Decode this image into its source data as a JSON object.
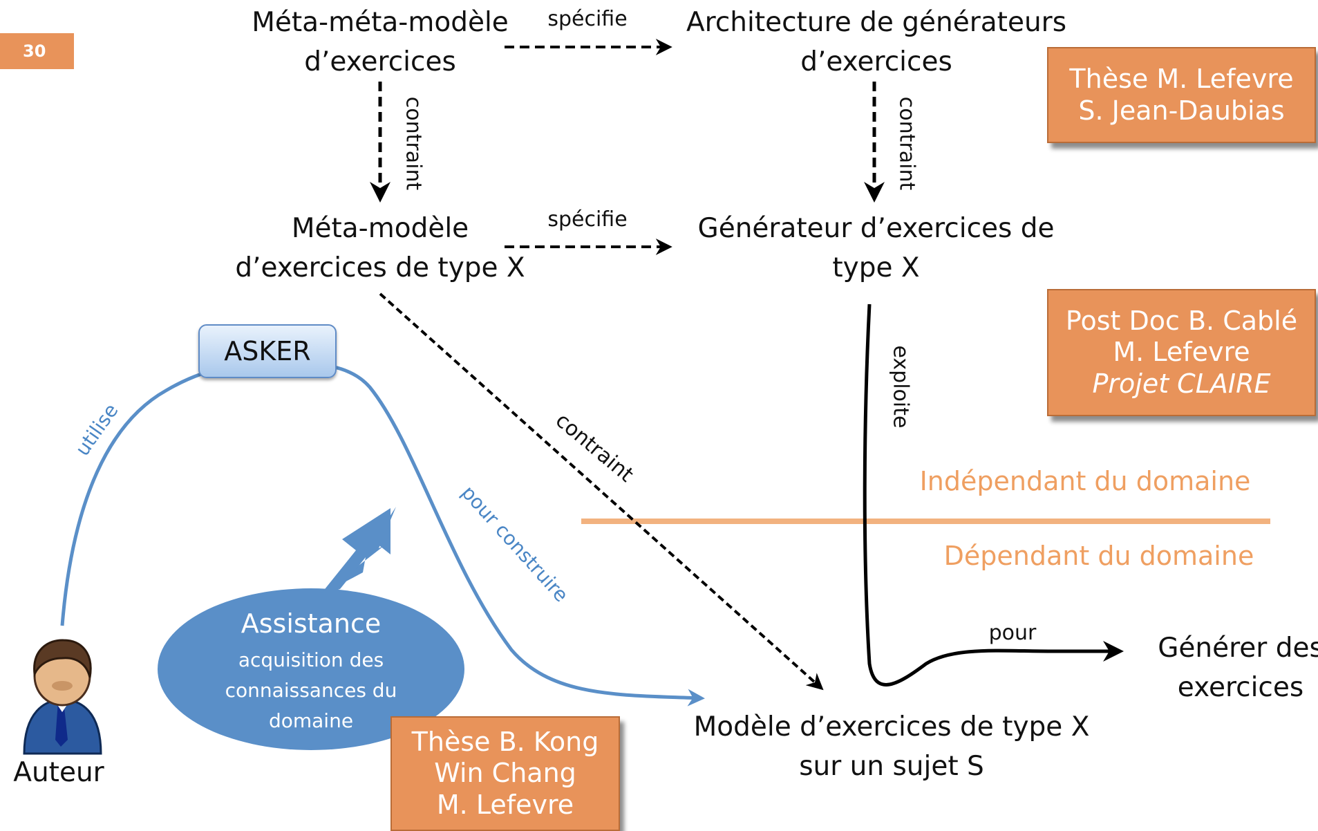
{
  "page_number": "30",
  "nodes": {
    "meta_meta": [
      "Méta-méta-modèle",
      "d’exercices"
    ],
    "architecture": [
      "Architecture de générateurs",
      "d’exercices"
    ],
    "meta_model": [
      "Méta-modèle",
      "d’exercices de type X"
    ],
    "generator": [
      "Générateur d’exercices de",
      "type X"
    ],
    "model": [
      "Modèle d’exercices de type X",
      "sur un sujet S"
    ],
    "generate": [
      "Générer des",
      "exercices"
    ],
    "author": "Auteur"
  },
  "edges": {
    "specifie": "spécifie",
    "contraint": "contraint",
    "exploite": "exploite",
    "pour": "pour",
    "utilise": "utilise",
    "pour_construire": "pour construire"
  },
  "tool": "ASKER",
  "assistance": {
    "title": "Assistance",
    "lines": [
      "acquisition des",
      "connaissances du",
      "domaine"
    ]
  },
  "domain": {
    "independent": "Indépendant du domaine",
    "dependent": "Dépendant du domaine"
  },
  "boxes": {
    "these_lefevre": [
      "Thèse M. Lefevre",
      "S. Jean-Daubias"
    ],
    "postdoc": [
      "Post Doc B. Cablé",
      "M. Lefevre",
      "Projet CLAIRE"
    ],
    "these_kong": [
      "Thèse B. Kong",
      "Win Chang",
      "M. Lefevre"
    ]
  },
  "colors": {
    "orange_box": "#e8935a",
    "domain_text": "#ef9f61",
    "domain_line": "#f2b27f",
    "blue": "#5a8fc8",
    "blue_text": "#4a86c5"
  }
}
